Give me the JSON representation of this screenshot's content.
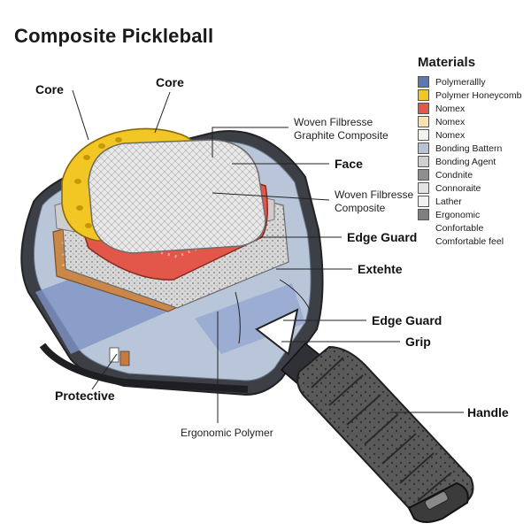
{
  "title": "Composite Pickleball",
  "labels": {
    "core_left": "Core",
    "core_right": "Core",
    "woven_graphite_1": "Woven Filbresse",
    "woven_graphite_2": "Graphite Composite",
    "face": "Face",
    "woven_composite_1": "Woven Filbresse",
    "woven_composite_2": "Composite",
    "edge_guard_1": "Edge Guard",
    "extehte": "Extehte",
    "edge_guard_2": "Edge Guard",
    "grip": "Grip",
    "protective": "Protective",
    "handle": "Handle",
    "ergonomic_polymer": "Ergonomic Polymer"
  },
  "legend": {
    "title": "Materials",
    "items": [
      {
        "label": "Polymerallly",
        "color": "#5b78b0"
      },
      {
        "label": "Polymer Honeycomb",
        "color": "#f2c624"
      },
      {
        "label": "Nomex",
        "color": "#e2574a"
      },
      {
        "label": "Nomex",
        "color": "#f7e2b0"
      },
      {
        "label": "Nomex",
        "color": "#f2f2ee"
      },
      {
        "label": "Bonding Battern",
        "color": "#b9c3cf"
      },
      {
        "label": "Bonding Agent",
        "color": "#cfcfcf"
      },
      {
        "label": "Condnite",
        "color": "#8f8f8f"
      },
      {
        "label": "Connoraite",
        "color": "#e3e3e3"
      },
      {
        "label": "Lather",
        "color": "#f1f1f1"
      },
      {
        "label": "Ergonomic",
        "color": "#7f7f7f"
      },
      {
        "label": "Confortable",
        "color": ""
      },
      {
        "label": "Comfortable feel",
        "color": ""
      }
    ]
  }
}
